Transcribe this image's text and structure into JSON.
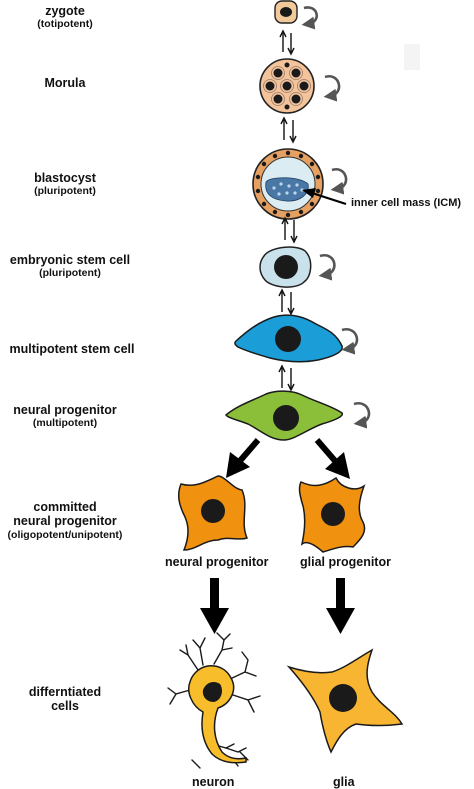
{
  "stages": {
    "zygote": {
      "name": "zygote",
      "potency": "(totipotent)"
    },
    "morula": {
      "name": "Morula"
    },
    "blastocyst": {
      "name": "blastocyst",
      "potency": "(pluripotent)"
    },
    "embryonic": {
      "name": "embryonic stem cell",
      "potency": "(pluripotent)"
    },
    "multipotent": {
      "name": "multipotent stem cell"
    },
    "neural": {
      "name": "neural progenitor",
      "potency": "(multipotent)"
    },
    "committed": {
      "name_line1": "committed",
      "name_line2": "neural progenitor",
      "potency": "(oligopotent/unipotent)"
    },
    "differentiated": {
      "name_line1": "differntiated",
      "name_line2": "cells"
    }
  },
  "annotation": {
    "icm": "inner cell mass (ICM)"
  },
  "branches": {
    "neural_progenitor": "neural progenitor",
    "glial_progenitor": "glial progenitor",
    "neuron": "neuron",
    "glia": "glia"
  },
  "colors": {
    "zygote_fill": "#f1c99a",
    "morula_fill": "#f3c49c",
    "blastocyst_ring": "#e6a061",
    "blastocyst_cavity": "#dcecf3",
    "icm": "#4a78a6",
    "embryonic_fill": "#c9e1ea",
    "multipotent_fill": "#1b9ed8",
    "neural_fill": "#8bbf3a",
    "committed_fill": "#f0920f",
    "neuron_fill": "#f7bd2a",
    "glia_fill": "#f7b531",
    "nucleus": "#1a1a1a",
    "arrow": "#000000",
    "self_renewal_arrow": "#555555"
  }
}
